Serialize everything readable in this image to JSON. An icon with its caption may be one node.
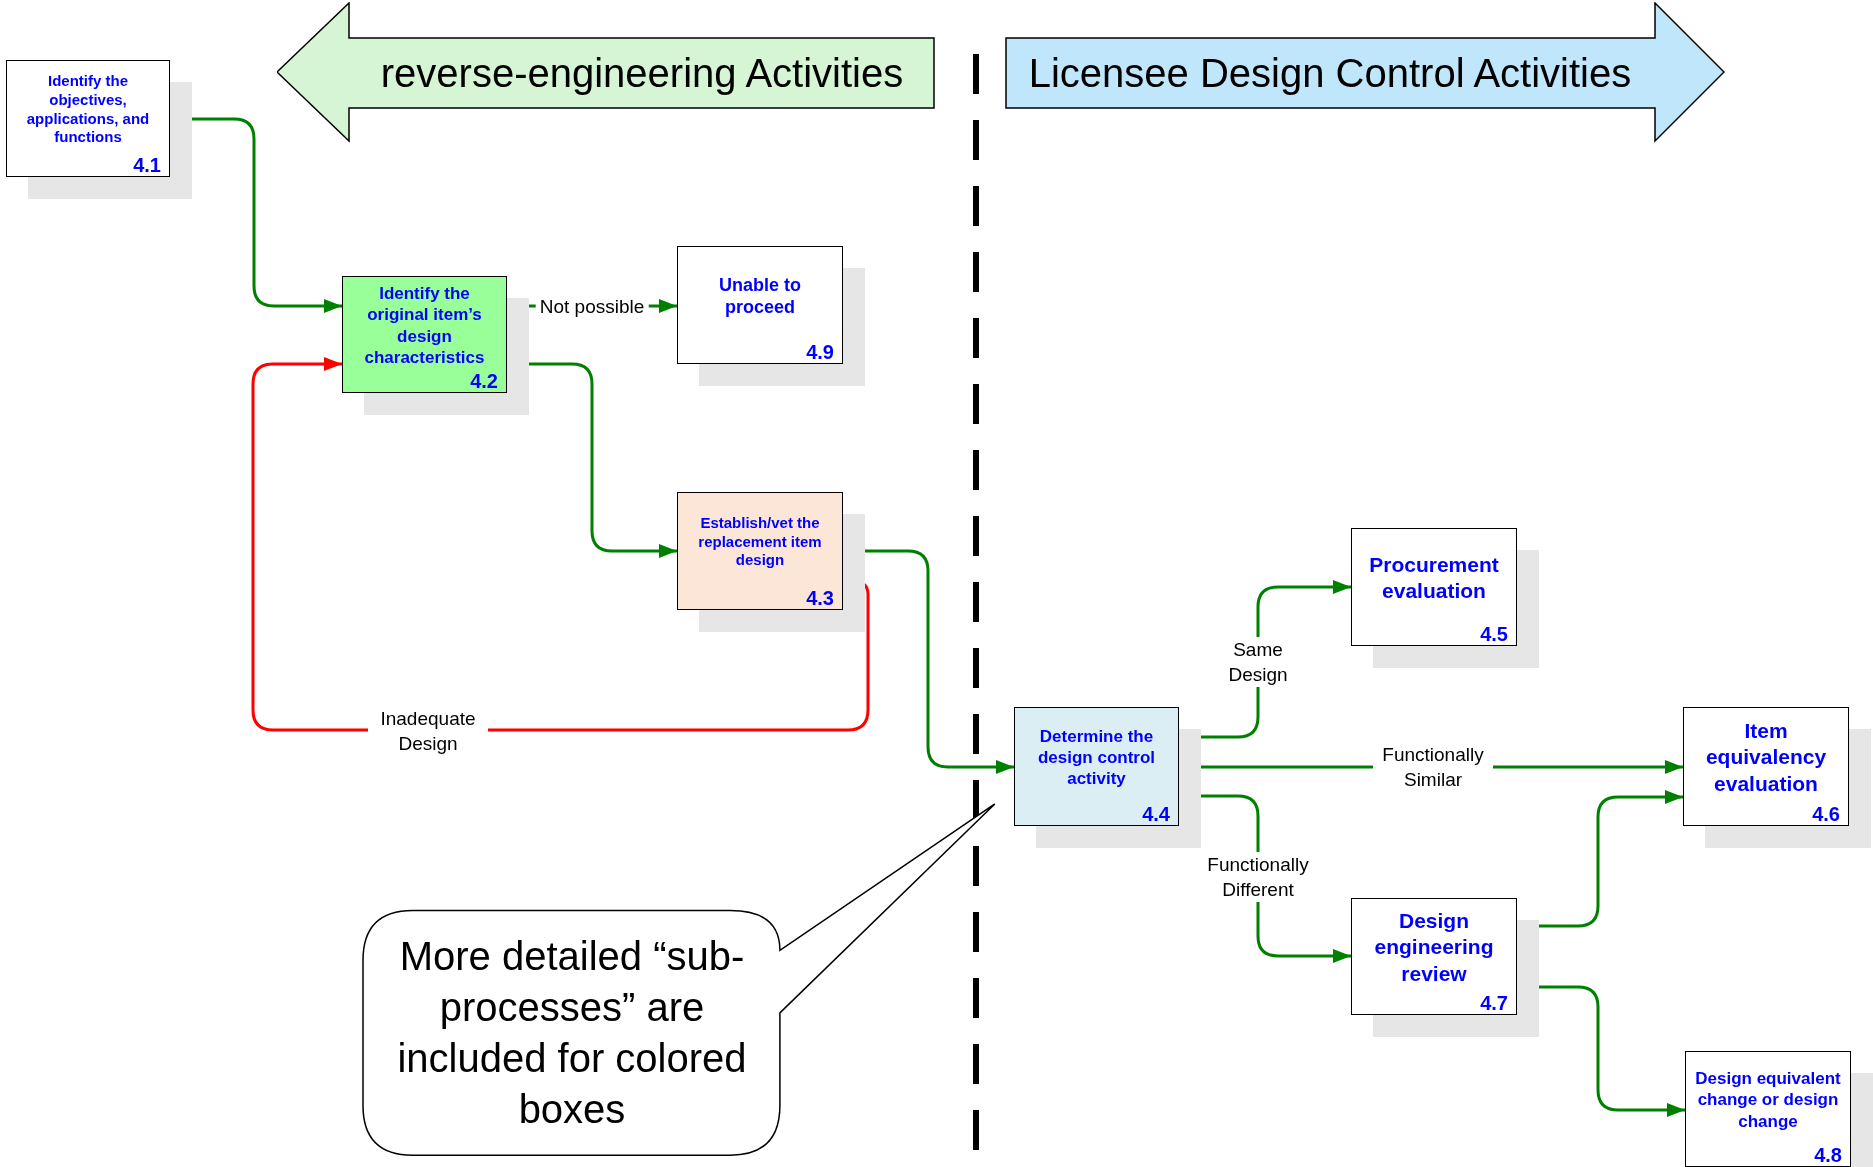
{
  "diagram": {
    "nodes": [
      {
        "text": [
          "reverse-engineering Activities"
        ]
      },
      {
        "text": [
          "Licensee Design Control Activities"
        ]
      },
      {
        "text": [
          "Identify the objectives, applications, and functions",
          "4.1"
        ]
      },
      {
        "text": [
          "Identify the original item’s design characteristics",
          "4.2"
        ]
      },
      {
        "text": [
          "Unable to proceed",
          "4.9"
        ]
      },
      {
        "text": [
          "Establish/vet the replacement item design",
          "4.3"
        ]
      },
      {
        "text": [
          "Determine the design control activity",
          "4.4"
        ]
      },
      {
        "text": [
          "Procurement evaluation",
          "4.5"
        ]
      },
      {
        "text": [
          "Item equivalency evaluation",
          "4.6"
        ]
      },
      {
        "text": [
          "Design engineering review",
          "4.7"
        ]
      },
      {
        "text": [
          "Design equivalent change or design change",
          "4.8"
        ]
      },
      {
        "text": [
          "More detailed “sub-processes” are included for colored boxes"
        ]
      }
    ],
    "edges": [
      {
        "from": 2,
        "to": 3,
        "arrow": "to"
      },
      {
        "from": 3,
        "to": 4,
        "arrow": "to",
        "label": "Not possible"
      },
      {
        "from": 3,
        "to": 5,
        "arrow": "to"
      },
      {
        "from": 5,
        "to": 3,
        "arrow": "to",
        "label": "Inadequate Design",
        "color": "#ff0000"
      },
      {
        "from": 5,
        "to": 6,
        "arrow": "to"
      },
      {
        "from": 6,
        "to": 7,
        "arrow": "to",
        "label": "Same Design"
      },
      {
        "from": 6,
        "to": 8,
        "arrow": "to",
        "label": "Functionally Similar"
      },
      {
        "from": 6,
        "to": 9,
        "arrow": "to",
        "label": "Functionally Different"
      },
      {
        "from": 9,
        "to": 8,
        "arrow": "to"
      },
      {
        "from": 9,
        "to": 10,
        "arrow": "to"
      }
    ]
  }
}
